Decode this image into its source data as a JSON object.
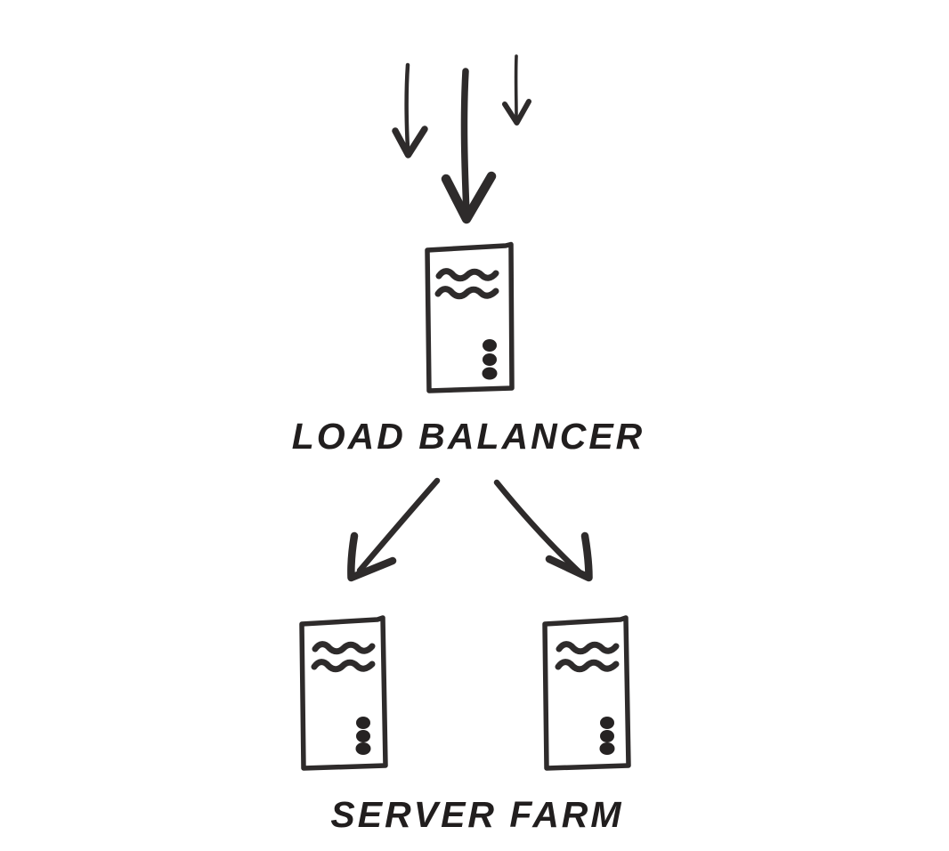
{
  "diagram": {
    "style": "hand-drawn sketch",
    "background_color": "#ffffff",
    "ink_color": "#2e2b2b",
    "text_color": "#211e1e",
    "incoming_traffic": {
      "arrow_count": 3,
      "description": "three downward arrows of varying thickness entering the load balancer"
    },
    "load_balancer": {
      "label": "LOAD BALANCER",
      "icon": "server-icon"
    },
    "connections": {
      "arrow_count": 2,
      "description": "two diagonal arrows from load balancer to each server"
    },
    "server_farm": {
      "label": "SERVER FARM",
      "server_count": 2,
      "icon": "server-icon"
    }
  }
}
